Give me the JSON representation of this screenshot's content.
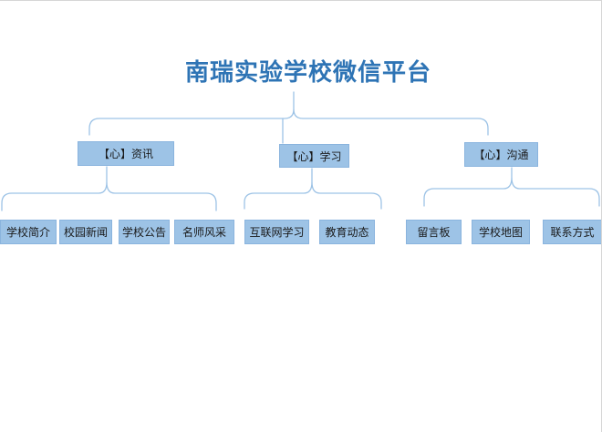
{
  "title": {
    "text": "南瑞实验学校微信平台"
  },
  "tree": {
    "branches": [
      {
        "label": "【心】资讯",
        "children": [
          "学校简介",
          "校园新闻",
          "学校公告",
          "名师风采"
        ]
      },
      {
        "label": "【心】学习",
        "children": [
          "互联网学习",
          "教育动态"
        ]
      },
      {
        "label": "【心】沟通",
        "children": [
          "留言板",
          "学校地图",
          "联系方式"
        ]
      }
    ]
  },
  "colors": {
    "title_text": "#2E74B5",
    "box_fill": "#9DC3E6",
    "box_border": "#8AB4DE",
    "box_text": "#1A1A1A",
    "connector": "#9DC3E6"
  }
}
